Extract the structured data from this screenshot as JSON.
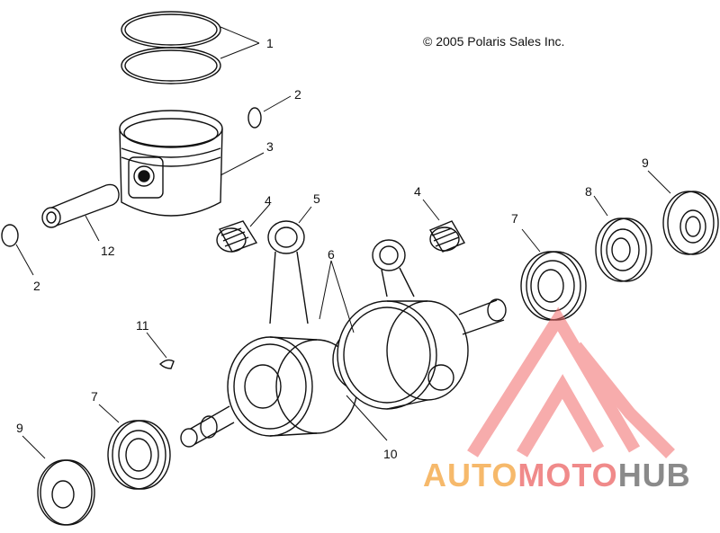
{
  "copyright": "© 2005 Polaris Sales Inc.",
  "callouts": [
    {
      "id": "c1",
      "text": "1"
    },
    {
      "id": "c2a",
      "text": "2"
    },
    {
      "id": "c2b",
      "text": "2"
    },
    {
      "id": "c3",
      "text": "3"
    },
    {
      "id": "c4a",
      "text": "4"
    },
    {
      "id": "c4b",
      "text": "4"
    },
    {
      "id": "c5",
      "text": "5"
    },
    {
      "id": "c6",
      "text": "6"
    },
    {
      "id": "c7a",
      "text": "7"
    },
    {
      "id": "c7b",
      "text": "7"
    },
    {
      "id": "c8",
      "text": "8"
    },
    {
      "id": "c9a",
      "text": "9"
    },
    {
      "id": "c9b",
      "text": "9"
    },
    {
      "id": "c10",
      "text": "10"
    },
    {
      "id": "c11",
      "text": "11"
    },
    {
      "id": "c12",
      "text": "12"
    }
  ],
  "watermark": {
    "part1": "AUTO",
    "part2": "MOTO",
    "part3": "HUB",
    "color1": "#f6b96b",
    "color2": "#f08a8a",
    "color3": "#8a8a8a"
  }
}
